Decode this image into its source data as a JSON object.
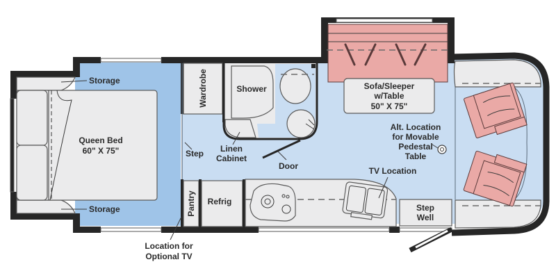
{
  "floorplan": {
    "colors": {
      "wall": "#262626",
      "bedroom_floor": "#9fc4e8",
      "living_floor": "#c9ddf2",
      "furniture": "#ebebec",
      "upholstery": "#eaa9a6"
    },
    "labels": {
      "storage_top": "Storage",
      "storage_bottom": "Storage",
      "queen_bed_line1": "Queen Bed",
      "queen_bed_line2": "60\" X 75\"",
      "wardrobe": "Wardrobe",
      "shower": "Shower",
      "step": "Step",
      "linen_line1": "Linen",
      "linen_line2": "Cabinet",
      "door": "Door",
      "sofa_line1": "Sofa/Sleeper",
      "sofa_line2": "w/Table",
      "sofa_line3": "50\" X 75\"",
      "alt_line1": "Alt. Location",
      "alt_line2": "for Movable",
      "alt_line3": "Pedestal",
      "alt_line4": "Table",
      "tv_location": "TV Location",
      "pantry": "Pantry",
      "refrig": "Refrig",
      "step_well_line1": "Step",
      "step_well_line2": "Well",
      "optional_tv_line1": "Location for",
      "optional_tv_line2": "Optional TV"
    }
  }
}
